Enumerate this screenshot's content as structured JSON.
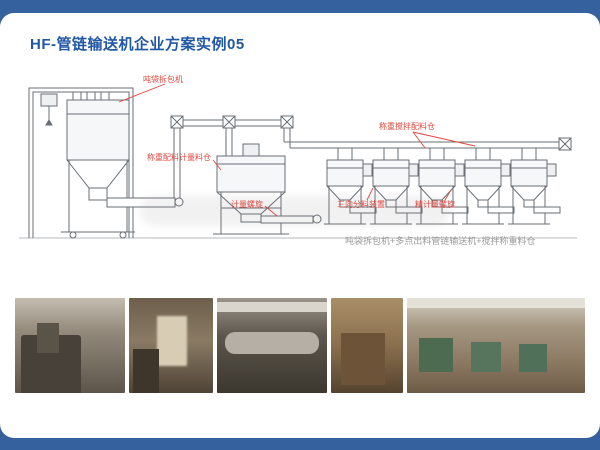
{
  "page": {
    "title": "HF-管链输送机企业方案实例05"
  },
  "colors": {
    "frame_blue": "#35619f",
    "title_blue": "#2257a4",
    "label_red": "#e0483e",
    "caption_gray": "#9a9a9a",
    "line_gray": "#6a6f76"
  },
  "diagram": {
    "labels": {
      "bag_unpacker": "吨袋拆包机",
      "weigh_silo": "称重配料计量料仓",
      "metering_screw": "计量螺旋",
      "mix_silo": "称重搅拌配料仓",
      "three_way": "三向分料装置",
      "fine_screw": "精计量螺旋"
    },
    "caption": "吨袋拆包机+多点出料管链输送机+搅拌称重料仓"
  },
  "photos": [
    {
      "name": "factory-photo-1",
      "alt": "workshop with unpacking machine"
    },
    {
      "name": "factory-photo-2",
      "alt": "workshop doorway"
    },
    {
      "name": "factory-photo-3",
      "alt": "interior with horizontal tank"
    },
    {
      "name": "factory-photo-4",
      "alt": "conveyor equipment"
    },
    {
      "name": "factory-photo-5",
      "alt": "factory floor with mixers"
    }
  ]
}
